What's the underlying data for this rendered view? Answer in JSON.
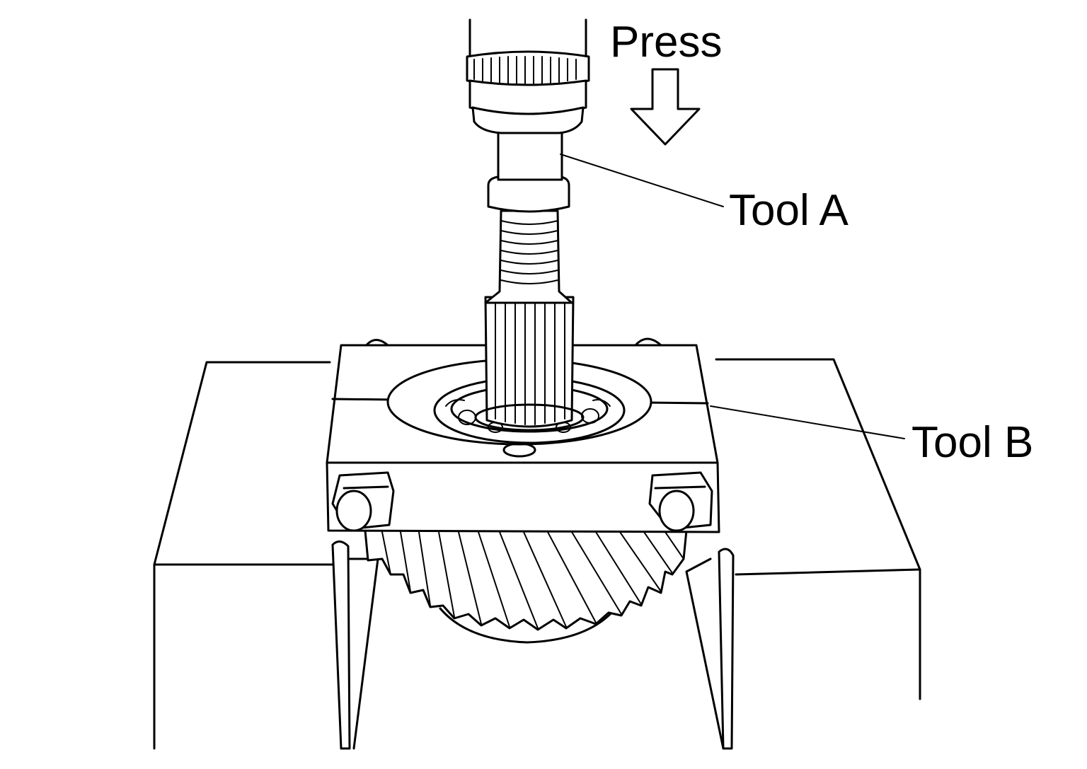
{
  "labels": {
    "press": "Press",
    "tool_a": "Tool A",
    "tool_b": "Tool B"
  },
  "colors": {
    "line": "#000000",
    "background": "#ffffff"
  },
  "icons": {
    "direction": "down-arrow-icon"
  }
}
